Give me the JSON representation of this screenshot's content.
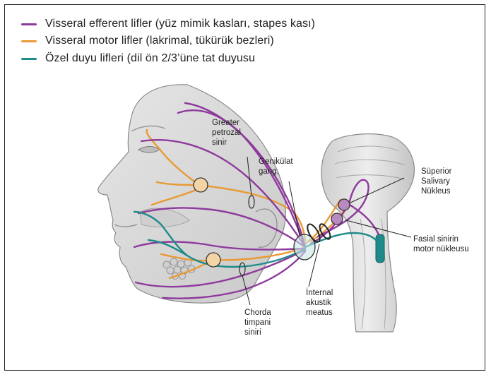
{
  "legend": [
    {
      "text": "Visseral efferent lifler (yüz mimik kasları, stapes kası)",
      "color": "#8e3a9d"
    },
    {
      "text": "Visseral motor lifler (lakrimal, tükürük bezleri)",
      "color": "#e89a34"
    },
    {
      "text": "Özel duyu lifleri (dil ön 2/3’üne tat duyusu",
      "color": "#1f8a8a"
    }
  ],
  "labels": {
    "greater_petrosal": [
      "Greater",
      "petrozal",
      "sinir"
    ],
    "geniculate": [
      "Genikülat",
      "gang."
    ],
    "superior_salivary": [
      "Süperior",
      "Salivary",
      "Nükleus"
    ],
    "facial_motor": [
      "Fasial sinirin",
      "motor nükleusu"
    ],
    "internal_meatus": [
      "İnternal",
      "akustik",
      "meatus"
    ],
    "chorda_tympani": [
      "Chorda",
      "timpani",
      "siniri"
    ]
  },
  "colors": {
    "efferent": "#8e3a9d",
    "motor": "#e89a34",
    "sensory": "#1f8a8a",
    "skin": "#d9d9d9",
    "outline": "#6f6f6f"
  }
}
